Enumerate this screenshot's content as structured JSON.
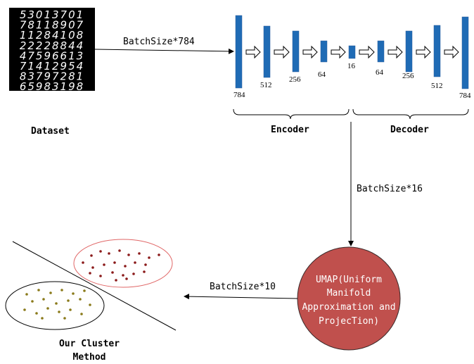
{
  "dataset": {
    "label": "Dataset",
    "digits": [
      "53013701",
      "78118907",
      "11284108",
      "22228844",
      "47596613",
      "71412954",
      "83797281",
      "65983198"
    ]
  },
  "edges": {
    "input_label": "BatchSize*784",
    "latent_label": "BatchSize*16",
    "cluster_label": "BatchSize*10"
  },
  "autoencoder": {
    "encoder_label": "Encoder",
    "decoder_label": "Decoder",
    "layers": [
      {
        "size": "784"
      },
      {
        "size": "512"
      },
      {
        "size": "256"
      },
      {
        "size": "64"
      },
      {
        "size": "16"
      },
      {
        "size": "64"
      },
      {
        "size": "256"
      },
      {
        "size": "512"
      },
      {
        "size": "784"
      }
    ]
  },
  "umap": {
    "lines": [
      "UMAP(Uniform",
      "Manifold",
      "Approximation and",
      "ProjecTion)"
    ],
    "fill": "#c0504d"
  },
  "cluster": {
    "label_lines": [
      "Our Cluster",
      "Method"
    ],
    "top_cluster_color": "#e06666",
    "bottom_cluster_color": "#000000"
  },
  "colors": {
    "layer": "#1f6bb5",
    "layer_stroke": "#2a5f9e"
  }
}
